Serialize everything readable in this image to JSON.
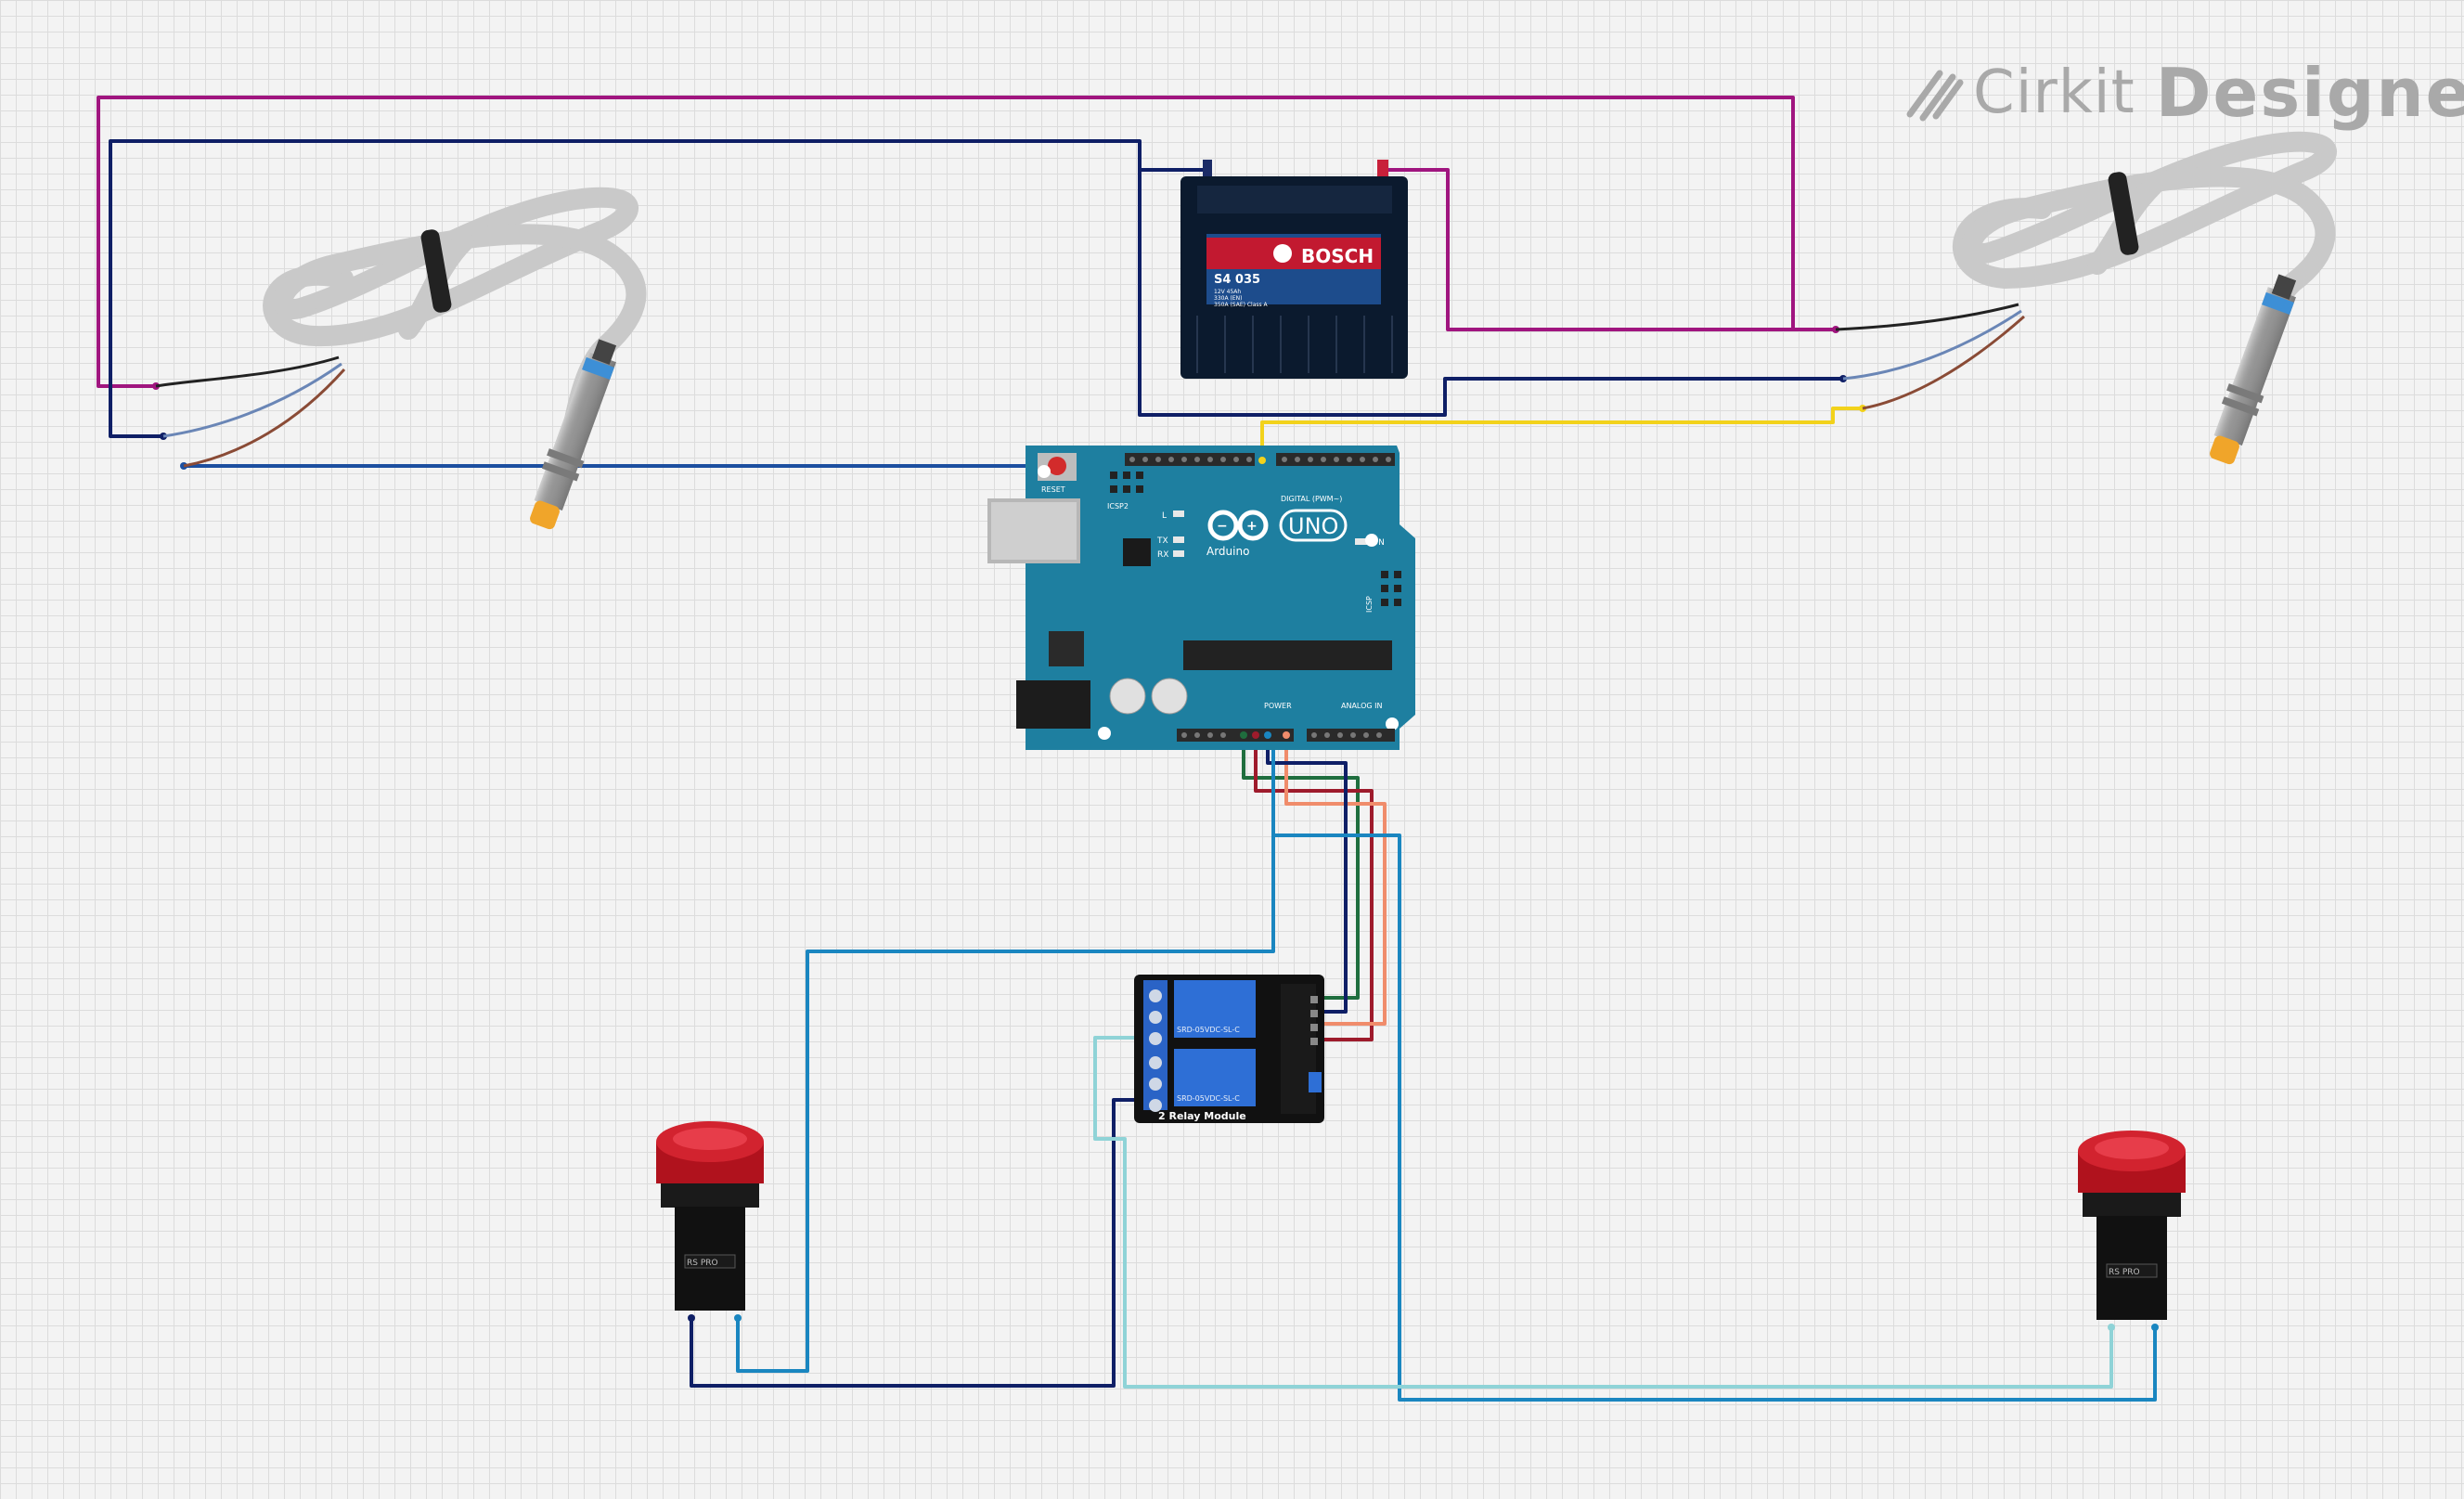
{
  "app": {
    "brand_part1": "Cirkit",
    "brand_part2": "Designer"
  },
  "battery": {
    "brand": "BOSCH",
    "model": "S4 035",
    "spec1": "12V  45Ah",
    "spec2": "330A (EN)",
    "spec3": "350A (SAE)  Class A"
  },
  "arduino": {
    "reset_label": "RESET",
    "icsp2_label": "ICSP2",
    "l_label": "L",
    "tx_label": "TX",
    "rx_label": "RX",
    "on_label": "ON",
    "digital_label": "DIGITAL (PWM~)",
    "uno_label": "UNO",
    "brand_label": "Arduino",
    "power_label": "POWER",
    "analog_label": "ANALOG IN",
    "icsp_label": "ICSP"
  },
  "relay": {
    "module_label": "2 Relay Module",
    "relay_text": "SRD-05VDC-SL-C"
  },
  "lamps": {
    "badge": "RS PRO"
  },
  "wire_colors": {
    "magenta": "#a0157f",
    "navy": "#0f1f66",
    "blue": "#1c4fa0",
    "yellow": "#f2d21b",
    "green": "#1f6e3e",
    "red": "#9e1b2c",
    "salmon": "#f08c6b",
    "cyan": "#1a86c0",
    "lightcyan": "#8fd3d7"
  }
}
